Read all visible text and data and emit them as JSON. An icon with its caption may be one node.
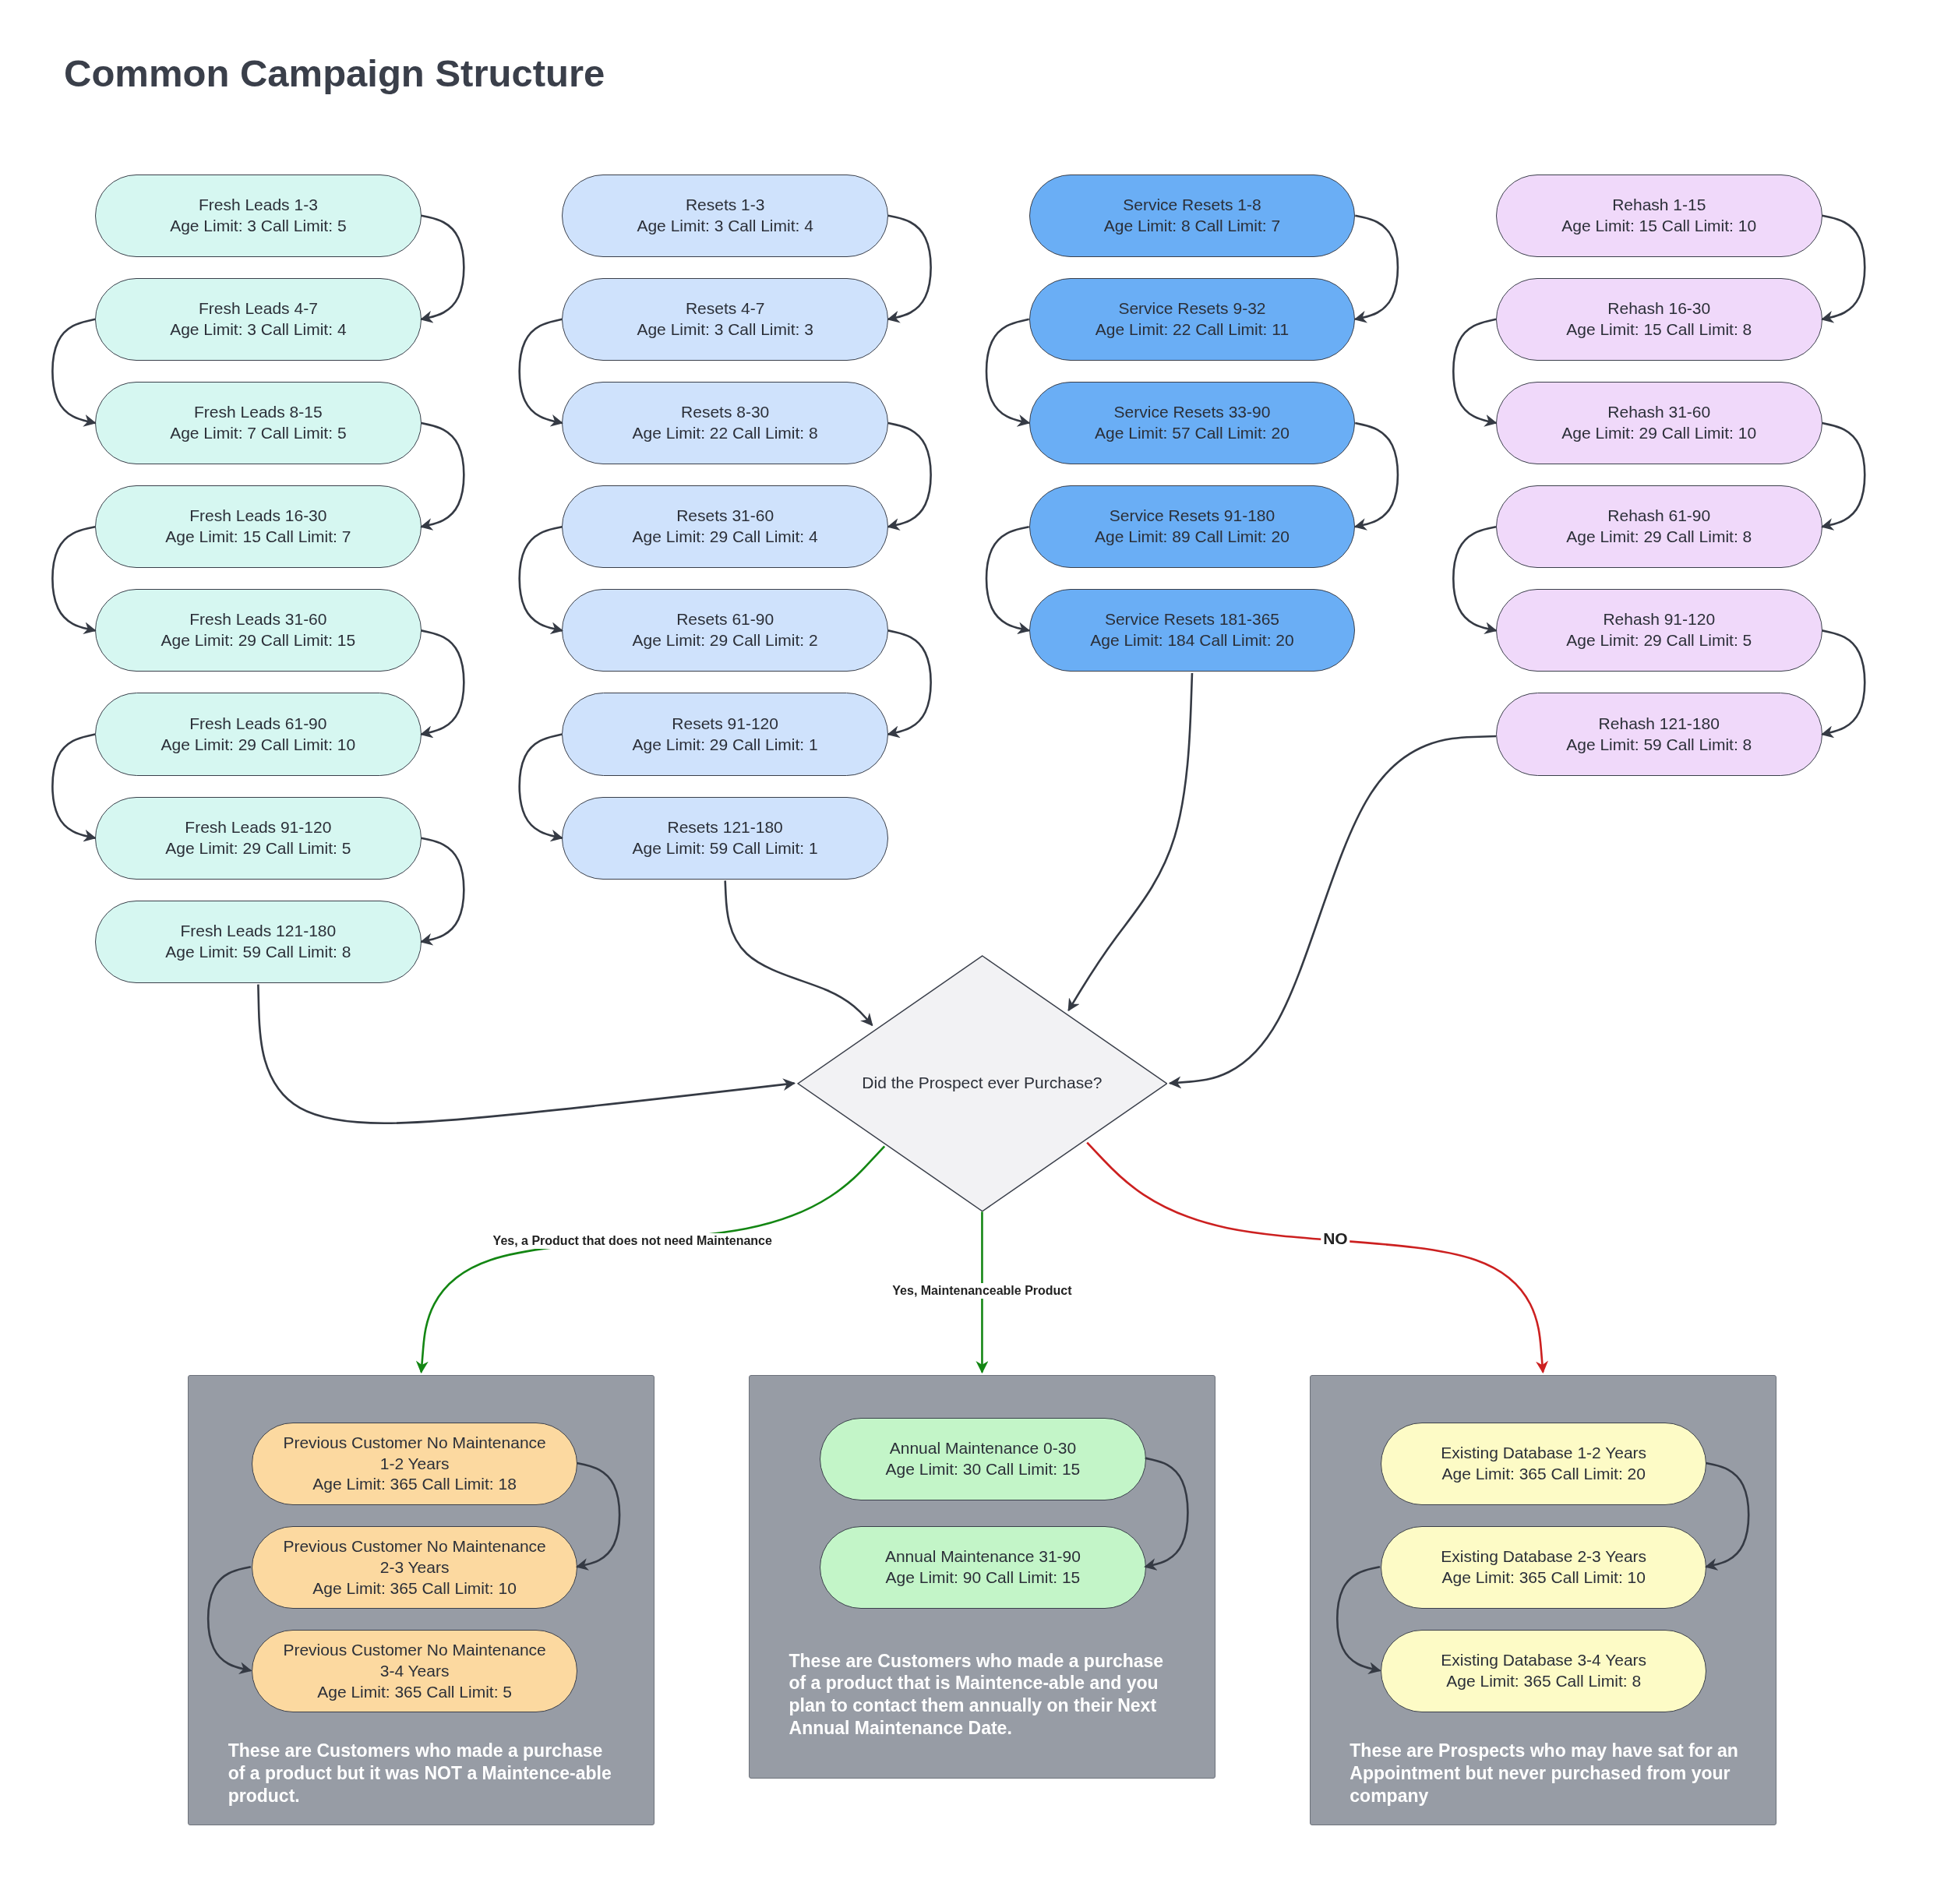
{
  "diagram": {
    "title": "Common Campaign Structure",
    "nodes": [
      {
        "text": [
          "Fresh Leads 1-3",
          "Age Limit: 3 Call Limit: 5"
        ]
      },
      {
        "text": [
          "Fresh Leads 4-7",
          "Age Limit: 3 Call Limit: 4"
        ]
      },
      {
        "text": [
          "Fresh Leads 8-15",
          "Age Limit: 7 Call Limit: 5"
        ]
      },
      {
        "text": [
          "Fresh Leads 16-30",
          "Age Limit: 15 Call Limit: 7"
        ]
      },
      {
        "text": [
          "Fresh Leads 31-60",
          "Age Limit: 29 Call Limit: 15"
        ]
      },
      {
        "text": [
          "Fresh Leads 61-90",
          "Age Limit: 29 Call Limit: 10"
        ]
      },
      {
        "text": [
          "Fresh Leads 91-120",
          "Age Limit: 29 Call Limit: 5"
        ]
      },
      {
        "text": [
          "Fresh Leads 121-180",
          "Age Limit: 59 Call Limit: 8"
        ]
      },
      {
        "text": [
          "Resets 1-3",
          "Age Limit: 3 Call Limit: 4"
        ]
      },
      {
        "text": [
          "Resets 4-7",
          "Age Limit: 3 Call Limit: 3"
        ]
      },
      {
        "text": [
          "Resets 8-30",
          "Age Limit: 22 Call Limit: 8"
        ]
      },
      {
        "text": [
          "Resets 31-60",
          "Age Limit: 29 Call Limit: 4"
        ]
      },
      {
        "text": [
          "Resets 61-90",
          "Age Limit: 29 Call Limit: 2"
        ]
      },
      {
        "text": [
          "Resets 91-120",
          "Age Limit: 29 Call Limit: 1"
        ]
      },
      {
        "text": [
          "Resets 121-180",
          "Age Limit: 59 Call Limit: 1"
        ]
      },
      {
        "text": [
          "Service Resets 1-8",
          "Age Limit: 8 Call Limit: 7"
        ]
      },
      {
        "text": [
          "Service Resets 9-32",
          "Age Limit: 22 Call Limit: 11"
        ]
      },
      {
        "text": [
          "Service Resets 33-90",
          "Age Limit: 57 Call Limit: 20"
        ]
      },
      {
        "text": [
          "Service Resets 91-180",
          "Age Limit: 89 Call Limit: 20"
        ]
      },
      {
        "text": [
          "Service Resets 181-365",
          "Age Limit: 184 Call Limit: 20"
        ]
      },
      {
        "text": [
          "Rehash 1-15",
          "Age Limit: 15 Call Limit: 10"
        ]
      },
      {
        "text": [
          "Rehash 16-30",
          "Age Limit: 15 Call Limit: 8"
        ]
      },
      {
        "text": [
          "Rehash 31-60",
          "Age Limit: 29 Call Limit: 10"
        ]
      },
      {
        "text": [
          "Rehash 61-90",
          "Age Limit: 29 Call Limit: 8"
        ]
      },
      {
        "text": [
          "Rehash 91-120",
          "Age Limit: 29 Call Limit: 5"
        ]
      },
      {
        "text": [
          "Rehash 121-180",
          "Age Limit: 59 Call Limit: 8"
        ]
      },
      {
        "text": [
          "Did the Prospect ever Purchase?"
        ]
      },
      {
        "text": [
          "These are Customers who made a purchase of a product but it was NOT a Maintence-able product."
        ]
      },
      {
        "text": [
          "Previous Customer No Maintenance 1-2 Years",
          "Age Limit: 365 Call Limit: 18"
        ],
        "in": 27
      },
      {
        "text": [
          "Previous Customer No Maintenance 2-3 Years",
          "Age Limit: 365 Call Limit: 10"
        ],
        "in": 27
      },
      {
        "text": [
          "Previous Customer No Maintenance 3-4 Years",
          "Age Limit: 365 Call Limit: 5"
        ],
        "in": 27
      },
      {
        "text": [
          "These are Customers who made a purchase of a product that is Maintence-able and you plan to contact them annually on their Next Annual Maintenance Date."
        ]
      },
      {
        "text": [
          "Annual Maintenance 0-30",
          "Age Limit: 30 Call Limit: 15"
        ],
        "in": 31
      },
      {
        "text": [
          "Annual Maintenance 31-90",
          "Age Limit: 90 Call Limit: 15"
        ],
        "in": 31
      },
      {
        "text": [
          "These are Prospects who may have sat for an Appointment but never purchased from your company"
        ]
      },
      {
        "text": [
          "Existing Database 1-2 Years",
          "Age Limit: 365 Call Limit: 20"
        ],
        "in": 34
      },
      {
        "text": [
          "Existing Database 2-3 Years",
          "Age Limit: 365 Call Limit: 10"
        ],
        "in": 34
      },
      {
        "text": [
          "Existing Database 3-4 Years",
          "Age Limit: 365 Call Limit: 8"
        ],
        "in": 34
      }
    ],
    "edges": [
      {
        "from": 0,
        "to": 1,
        "arrow": "to"
      },
      {
        "from": 1,
        "to": 2,
        "arrow": "to"
      },
      {
        "from": 2,
        "to": 3,
        "arrow": "to"
      },
      {
        "from": 3,
        "to": 4,
        "arrow": "to"
      },
      {
        "from": 4,
        "to": 5,
        "arrow": "to"
      },
      {
        "from": 5,
        "to": 6,
        "arrow": "to"
      },
      {
        "from": 6,
        "to": 7,
        "arrow": "to"
      },
      {
        "from": 8,
        "to": 9,
        "arrow": "to"
      },
      {
        "from": 9,
        "to": 10,
        "arrow": "to"
      },
      {
        "from": 10,
        "to": 11,
        "arrow": "to"
      },
      {
        "from": 11,
        "to": 12,
        "arrow": "to"
      },
      {
        "from": 12,
        "to": 13,
        "arrow": "to"
      },
      {
        "from": 13,
        "to": 14,
        "arrow": "to"
      },
      {
        "from": 15,
        "to": 16,
        "arrow": "to"
      },
      {
        "from": 16,
        "to": 17,
        "arrow": "to"
      },
      {
        "from": 17,
        "to": 18,
        "arrow": "to"
      },
      {
        "from": 18,
        "to": 19,
        "arrow": "to"
      },
      {
        "from": 20,
        "to": 21,
        "arrow": "to"
      },
      {
        "from": 21,
        "to": 22,
        "arrow": "to"
      },
      {
        "from": 22,
        "to": 23,
        "arrow": "to"
      },
      {
        "from": 23,
        "to": 24,
        "arrow": "to"
      },
      {
        "from": 24,
        "to": 25,
        "arrow": "to"
      },
      {
        "from": 7,
        "to": 26,
        "arrow": "to"
      },
      {
        "from": 14,
        "to": 26,
        "arrow": "to"
      },
      {
        "from": 19,
        "to": 26,
        "arrow": "to"
      },
      {
        "from": 25,
        "to": 26,
        "arrow": "to"
      },
      {
        "from": 26,
        "to": 27,
        "arrow": "to",
        "label": "Yes, a Product that does not need Maintenance",
        "color": "#138613"
      },
      {
        "from": 26,
        "to": 31,
        "arrow": "to",
        "label": "Yes, Maintenanceable Product",
        "color": "#138613"
      },
      {
        "from": 26,
        "to": 34,
        "arrow": "to",
        "label": "NO",
        "color": "#cc2020"
      },
      {
        "from": 28,
        "to": 29,
        "arrow": "to"
      },
      {
        "from": 29,
        "to": 30,
        "arrow": "to"
      },
      {
        "from": 32,
        "to": 33,
        "arrow": "to"
      },
      {
        "from": 35,
        "to": 36,
        "arrow": "to"
      },
      {
        "from": 36,
        "to": 37,
        "arrow": "to"
      }
    ]
  }
}
